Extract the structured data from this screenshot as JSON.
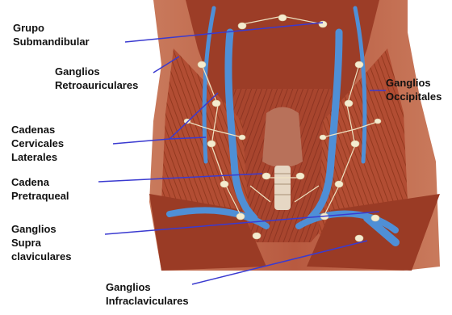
{
  "labels": {
    "submandibular": [
      "Grupo",
      "Submandibular"
    ],
    "retroauriculares": [
      "Ganglios",
      "Retroauriculares"
    ],
    "occipitales": [
      "Ganglios",
      "Occipitales"
    ],
    "cervicales": [
      "Cadenas",
      "Cervicales",
      "Laterales"
    ],
    "pretraqueal": [
      "Cadena",
      "Pretraqueal"
    ],
    "supraclaviculares": [
      "Ganglios",
      "Supra",
      "claviculares"
    ],
    "infraclaviculares": [
      "Ganglios",
      "Infraclaviculares"
    ]
  },
  "colors": {
    "muscle": "#a8452e",
    "muscle_light": "#c8674a",
    "vein": "#4f8fd6",
    "node": "#f4ecd0",
    "leader_line": "#3a3ad0",
    "text": "#111111"
  }
}
